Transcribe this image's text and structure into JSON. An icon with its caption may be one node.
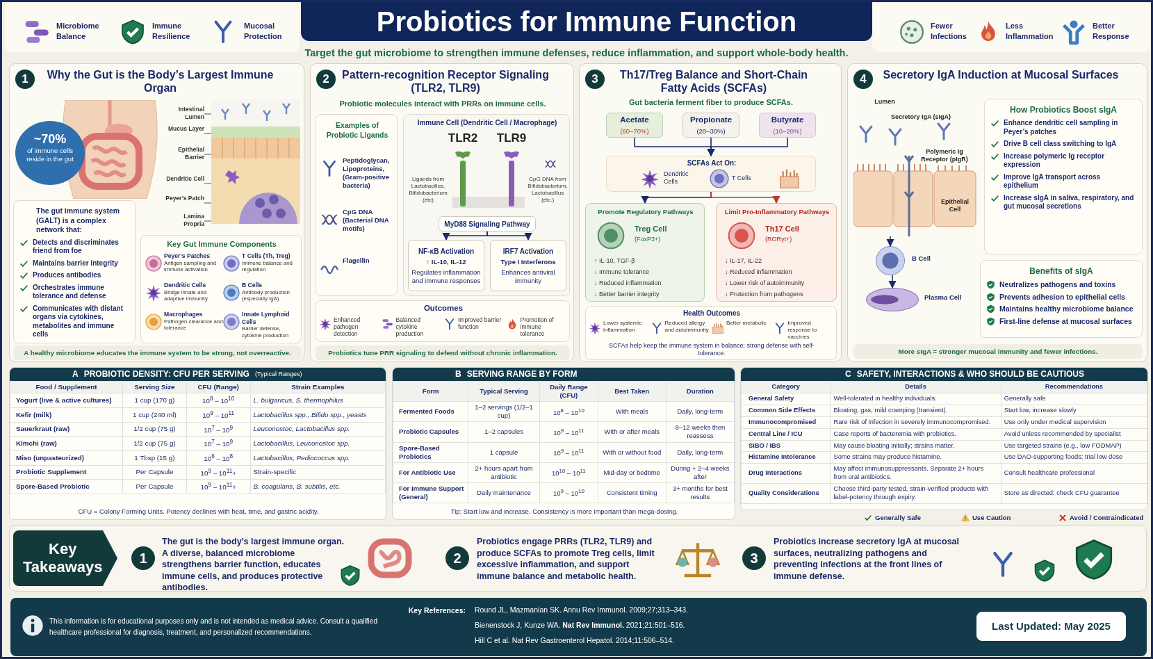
{
  "diagram": {
    "title": "Probiotics for Immune Function",
    "caption": "Target the gut microbiome to strengthen immune defenses, reduce inflammation, and support whole-body health.",
    "nodes": [
      {
        "text": [
          "1",
          "Why the Gut is the Body’s Largest Immune Organ"
        ]
      },
      {
        "text": [
          "~70%",
          "of immune cells reside in the gut"
        ],
        "in": 0
      },
      {
        "text": [],
        "shape": "picture",
        "in": 0
      },
      {
        "text": [],
        "shape": "picture",
        "in": 0
      },
      {
        "text": [
          "Intestinal Lumen"
        ],
        "in": 0
      },
      {
        "text": [
          "Mucus Layer"
        ],
        "in": 0
      },
      {
        "text": [
          "Epithelial Barrier"
        ],
        "in": 0
      },
      {
        "text": [
          "Dendritic Cell"
        ],
        "in": 0
      },
      {
        "text": [
          "Peyer’s Patch"
        ],
        "in": 0
      },
      {
        "text": [
          "Lamina Propria"
        ],
        "in": 0
      },
      {
        "text": [
          "The gut immune system (GALT) is a complex network that:",
          "Detects and discriminates friend from foe",
          "Maintains barrier integrity",
          "Produces antibodies",
          "Orchestrates immune tolerance and defense",
          "Communicates with distant organs via cytokines, metabolites and immune cells"
        ],
        "in": 0
      },
      {
        "text": [
          "Key Gut Immune Components",
          "Peyer’s Patches",
          "Antigen sampling and immune activation",
          "T Cells (Th, Treg)",
          "Immune balance and regulation",
          "Dendritic Cells",
          "Bridge innate and adaptive immunity",
          "B Cells",
          "Antibody production (especially IgA)",
          "Macrophages",
          "Pathogen clearance and tolerance",
          "Innate Lymphoid Cells",
          "Barrier defense, cytokine production"
        ],
        "in": 0
      },
      {
        "text": [
          "A healthy microbiome educates the immune system to be strong, not overreactive."
        ],
        "in": 0
      },
      {
        "text": [
          "2",
          "Pattern-recognition Receptor Signaling (TLR2, TLR9)",
          "Probiotic molecules interact with PRRs on immune cells."
        ]
      },
      {
        "text": [
          "Examples of Probiotic Ligands",
          "Peptidoglycan, Lipoproteins, (Gram-positive bacteria)",
          "CpG DNA (Bacterial DNA motifs)",
          "Flagellin"
        ],
        "in": 13
      },
      {
        "text": [
          "Immune Cell (Dendritic Cell / Macrophage)",
          "TLR2",
          "TLR9",
          "Ligands from Lactobacillus, Bifidobacterium (etc)",
          "CpG DNA from Bifidobacterium, Lactobacillus (etc.)"
        ],
        "in": 13
      },
      {
        "text": [
          "MyD88 Signaling Pathway"
        ],
        "in": 15
      },
      {
        "text": [
          "NF-κB Activation",
          "↑ IL-10, IL-12",
          "Regulates inflammation and immune responses"
        ],
        "in": 15
      },
      {
        "text": [
          "IRF7 Activation",
          "Type I Interferons",
          "Enhances antiviral immunity"
        ],
        "in": 15
      },
      {
        "text": [
          "Outcomes",
          "Enhanced pathogen detection",
          "Balanced cytokine production",
          "Improved barrier function",
          "Promotion of immune tolerance"
        ],
        "in": 13
      },
      {
        "text": [
          "Probiotics tune PRR signaling to defend without chronic inflammation."
        ],
        "in": 13
      },
      {
        "text": [
          "3",
          "Th17/Treg Balance and Short-Chain Fatty Acids (SCFAs)",
          "Gut bacteria ferment fiber to produce SCFAs."
        ]
      },
      {
        "text": [
          "Acetate",
          "(60–70%)"
        ],
        "in": 21
      },
      {
        "text": [
          "Propionate",
          "(20–30%)"
        ],
        "in": 21
      },
      {
        "text": [
          "Butyrate",
          "(10–20%)"
        ],
        "in": 21
      },
      {
        "text": [
          "SCFAs Act On:",
          "Dendritic Cells",
          "T Cells"
        ],
        "in": 21
      },
      {
        "text": [
          "Promote Regulatory Pathways",
          "Treg Cell",
          "(FoxP3+)",
          "↑ IL-10, TGF-β",
          "↓ Immune tolerance",
          "↓ Reduced inflammation",
          "↓ Better barrier integrity"
        ],
        "in": 21
      },
      {
        "text": [
          "Limit Pro-Inflammatory Pathways",
          "Th17 Cell",
          "(RORγt+)",
          "↓ IL-17, IL-22",
          "↓ Reduced inflammation",
          "↓ Lower risk of autoimmunity",
          "↓ Protection from pathogens"
        ],
        "in": 21
      },
      {
        "text": [
          "Health Outcomes",
          "Lower systemic inflammation",
          "Reduced allergy and autoimmunity",
          "Better metabolic",
          "Improved response to vaccines",
          "SCFAs help keep the immune system in balance: strong defense with self-tolerance."
        ],
        "in": 21
      },
      {
        "text": [
          "4",
          "Secretory IgA Induction at Mucosal Surfaces"
        ]
      },
      {
        "text": [],
        "shape": "picture",
        "in": 29
      },
      {
        "text": [],
        "shape": "circle",
        "beside": [
          "B Cell"
        ],
        "in": 29
      },
      {
        "text": [],
        "shape": "ellipse",
        "beside": [
          "Plasma Cell"
        ],
        "in": 29
      },
      {
        "text": [
          "How Probiotics Boost sIgA",
          "Enhance dendritic cell sampling in Peyer’s patches",
          "Drive B cell class switching to IgA",
          "Increase polymeric Ig receptor expression",
          "Improve IgA transport across epithelium",
          "Increase sIgA in saliva, respiratory, and gut mucosal secretions"
        ],
        "in": 29
      },
      {
        "text": [
          "Benefits of sIgA",
          "Neutralizes pathogens and toxins",
          "Prevents adhesion to epithelial cells",
          "Maintains healthy microbiome balance",
          "First-line defense at mucosal surfaces"
        ],
        "in": 29
      },
      {
        "text": [
          "More sIgA = stronger mucosal immunity and fewer infections."
        ],
        "in": 29
      },
      {
        "text": [
          "A",
          "PROBIOTIC DENSITY: CFU PER SERVING",
          "(Typical Ranges)",
          "Food / Supplement",
          "Serving Size",
          "CFU (Range)",
          "Strain Examples",
          "Yogurt (live & active cultures)",
          "1 cup (170 g)",
          "10$^{8}$ – 10$^{10}$",
          "L. bulgaricus, S. thermophilus",
          "Kefir (milk)",
          "1 cup (240 ml)",
          "10$^{9}$ – 10$^{11}$",
          "Lactobacillus spp., Bifido spp., yeasts",
          "Sauerkraut (raw)",
          "1/2 cup (75 g)",
          "10$^{7}$ – 10$^{9}$",
          "Leuconostoc, Lactobacillus spp.",
          "Kimchi (raw)",
          "1/2 cup (75 g)",
          "10$^{7}$ – 10$^{9}$",
          "Lactobacillus, Leuconostoc spp.",
          "Miso (unpasteurized)",
          "1 Tbsp (15 g)",
          "10$^{6}$ – 10$^{8}$",
          "Lactobacillus, Pediococcus spp.",
          "Probiotic Supplement",
          "Per Capsule",
          "10$^{9}$ – 10$^{11}$+",
          "Strain-specific",
          "Spore-Based Probiotic",
          "Per Capsule",
          "10$^{9}$ – 10$^{11}$+",
          "B. coagulans, B. subtilis, etc.",
          "CFU = Colony Forming Units. Potency declines with heat, time, and gastric acidity."
        ]
      },
      {
        "text": [
          "B",
          "SERVING RANGE BY FORM",
          "Form",
          "Typical Serving",
          "Daily Range (CFU)",
          "Best Taken",
          "Duration",
          "Fermented Foods",
          "1–2 servings (1/2–1 cup)",
          "10$^{8}$ – 10$^{10}$",
          "With meals",
          "Daily, long-term",
          "Probiotic Capsules",
          "1–2 capsules",
          "10$^{9}$ – 10$^{11}$",
          "With or after meals",
          "8–12 weeks then reassess",
          "Spore-Based Probiotics",
          "1 capsule",
          "10$^{9}$ – 10$^{11}$",
          "With or without food",
          "Daily, long-term",
          "For Antibiotic Use",
          "2+ hours apart from antibiotic",
          "10$^{10}$ – 10$^{11}$",
          "Mid-day or bedtime",
          "During + 2–4 weeks after",
          "For Immune Support (General)",
          "Daily maintenance",
          "10$^{9}$ – 10$^{10}$",
          "Consistent timing",
          "3+ months for best results",
          "Tip: Start low and increase. Consistency is more important than mega-dosing."
        ]
      },
      {
        "text": [
          "C",
          "SAFETY, INTERACTIONS & WHO SHOULD BE CAUTIOUS",
          "Category",
          "Details",
          "Recommendations",
          "General Safety",
          "Well-tolerated in healthy individuals.",
          "Generally safe",
          "Common Side Effects",
          "Bloating, gas, mild cramping (transient).",
          "Start low, increase slowly",
          "Immunocompromised",
          "Rare risk of infection in severely immunocompromised.",
          "Use only under medical supervision",
          "Central Line / ICU",
          "Case reports of bacteremia with probiotics.",
          "Avoid unless recommended by specialist",
          "SIBO / IBS",
          "May cause bloating initially; strains matter.",
          "Use targeted strains (e.g., low FODMAP)",
          "Histamine Intolerance",
          "Some strains may produce histamine.",
          "Use DAO-supporting foods; trial low dose",
          "Drug Interactions",
          "May affect immunosuppressants. Separate 2+ hours from oral antibiotics.",
          "Consult healthcare professional",
          "Quality Considerations",
          "Choose third-party tested, strain-verified products with label-potency through expiry.",
          "Store as directed; check CFU guarantee"
        ]
      },
      {
        "text": [
          "Key Takeaways"
        ]
      },
      {
        "text": [
          "1"
        ],
        "beside": [
          "The gut is the body’s largest immune organ. A diverse, balanced microbiome strengthens barrier function, educates immune cells, and produces protective antibodies."
        ]
      },
      {
        "text": [
          "2"
        ],
        "beside": [
          "Probiotics engage PRRs (TLR2, TLR9) and produce SCFAs to promote Treg cells, limit excessive inflammation, and support immune balance and metabolic health."
        ]
      },
      {
        "text": [
          "3"
        ],
        "beside": [
          "Probiotics increase secretory IgA at mucosal surfaces, neutralizing pathogens and preventing infections at the front lines of immune defense."
        ]
      },
      {
        "text": [
          "This information is for educational purposes only and is not intended as medical advice. Consult a qualified healthcare professional for diagnosis, treatment, and personalized recommendations.",
          "Key References:",
          "Round JL, Mazmanian SK. Annu Rev Immunol. 2009;27;313–343.",
          "Bienenstock J, Kunze WA. **Nat Rev Immunol.** 2021;21:501–516.",
          "Hill C et al. Nat Rev Gastroenterol Hepatol. 2014;11:506–514."
        ]
      },
      {
        "text": [
          "Last Updated: May 2025"
        ],
        "in": 43
      }
    ],
    "edges": [
      {
        "from": 4,
        "to": 3,
        "arrow": "none"
      },
      {
        "from": 5,
        "to": 3,
        "arrow": "none"
      },
      {
        "from": 6,
        "to": 3,
        "arrow": "none"
      },
      {
        "from": 7,
        "to": 3,
        "arrow": "none"
      },
      {
        "from": 8,
        "to": 3,
        "arrow": "none"
      },
      {
        "from": 9,
        "to": 3,
        "arrow": "none"
      },
      {
        "from": 16,
        "to": 17,
        "arrow": "to"
      },
      {
        "from": 16,
        "to": 18,
        "arrow": "to"
      },
      {
        "from": 22,
        "to": 25,
        "arrow": "to"
      },
      {
        "from": 23,
        "to": 25,
        "arrow": "to"
      },
      {
        "from": 24,
        "to": 25,
        "arrow": "to"
      },
      {
        "from": 25,
        "to": 26,
        "arrow": "to"
      },
      {
        "from": 25,
        "to": 27,
        "arrow": "to",
        "color": "#c0392b"
      },
      {
        "from": 30,
        "to": 31,
        "arrow": "to"
      },
      {
        "from": 31,
        "to": 32,
        "arrow": "to"
      }
    ],
    "labels": [
      "Microbiome Balance",
      "Immune Resilience",
      "Mucosal Protection",
      "Fewer Infections",
      "Less Inflammation",
      "Better Response",
      "Lumen",
      "Secretory IgA (sIgA)",
      "Polymeric Ig Receptor (pIgR)",
      "Epithelial Cell"
    ],
    "legend": [
      {
        "text": "Generally Safe"
      },
      {
        "text": "Use Caution"
      },
      {
        "text": "Avoid / Contraindicated"
      }
    ]
  }
}
